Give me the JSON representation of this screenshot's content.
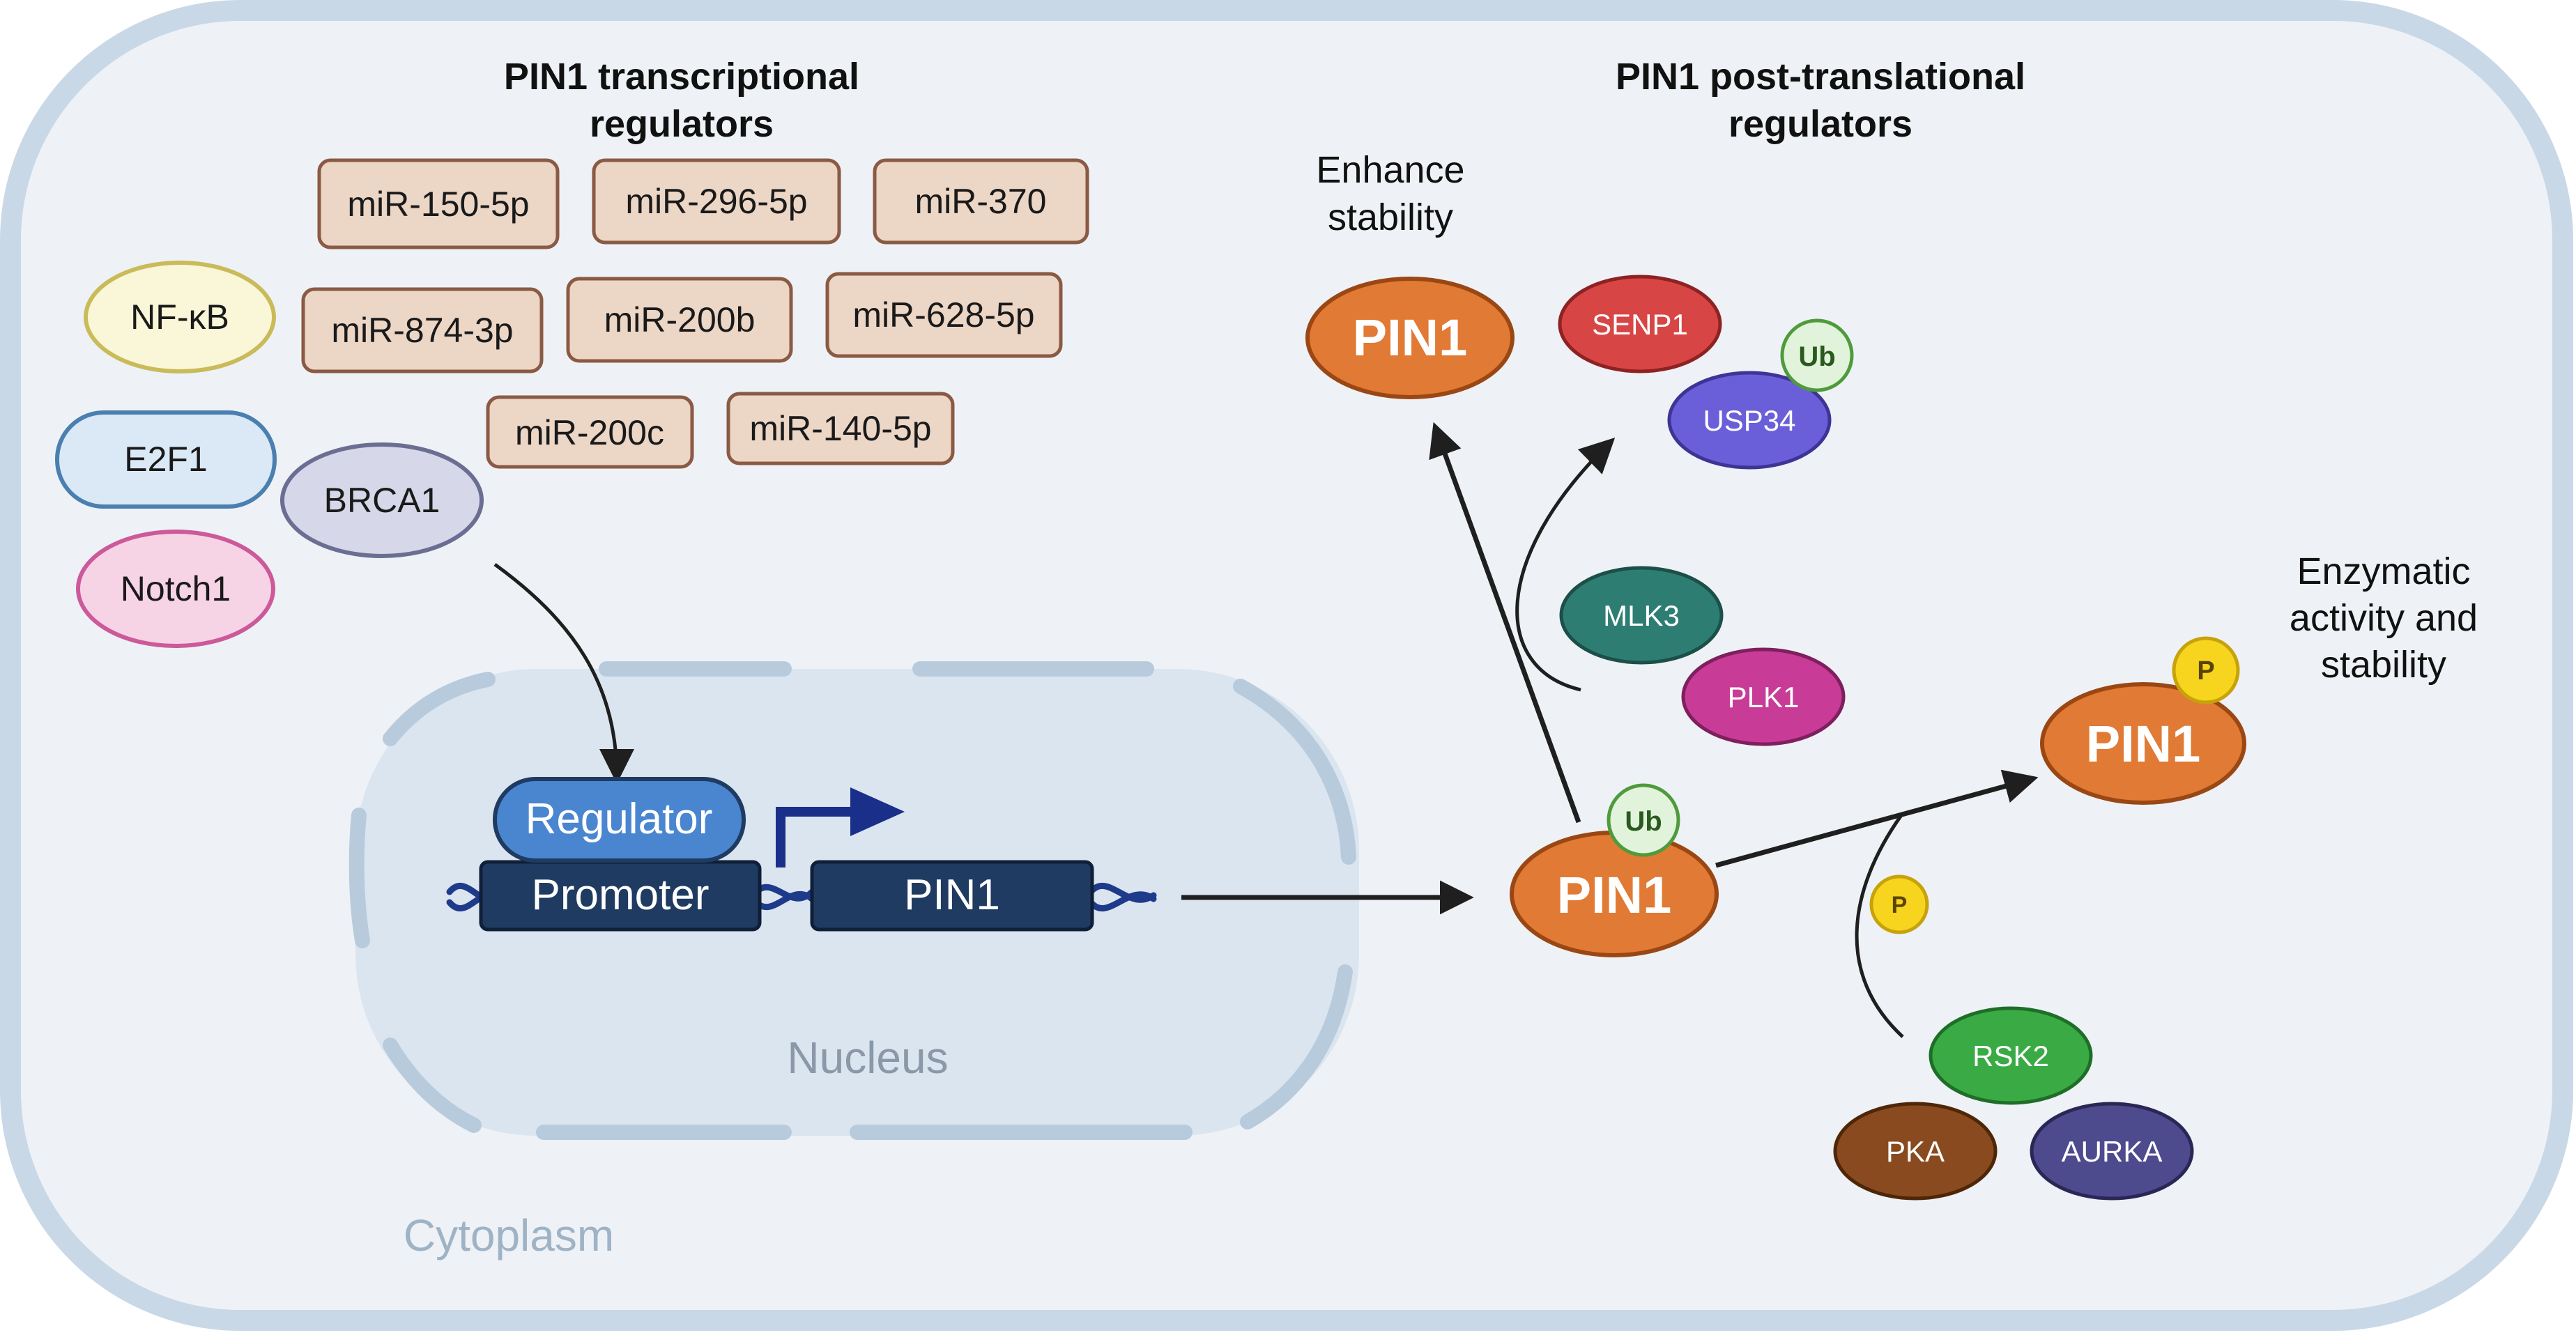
{
  "headings": {
    "transcriptional": [
      "PIN1 transcriptional",
      "regulators"
    ],
    "post_translational": [
      "PIN1 post-translational",
      "regulators"
    ],
    "enhance_stability": [
      "Enhance",
      "stability"
    ],
    "enzymatic": [
      "Enzymatic",
      "activity and",
      "stability"
    ]
  },
  "compartments": {
    "nucleus": "Nucleus",
    "cytoplasm": "Cytoplasm"
  },
  "mirnas": [
    "miR-150-5p",
    "miR-296-5p",
    "miR-370",
    "miR-874-3p",
    "miR-200b",
    "miR-628-5p",
    "miR-200c",
    "miR-140-5p"
  ],
  "transcription_factors": {
    "nfkb": "NF-κB",
    "e2f1": "E2F1",
    "brca1": "BRCA1",
    "notch1": "Notch1"
  },
  "gene": {
    "regulator": "Regulator",
    "promoter": "Promoter",
    "pin1": "PIN1"
  },
  "proteins": {
    "pin1_center": "PIN1",
    "pin1_top": "PIN1",
    "pin1_right": "PIN1",
    "senp1": "SENP1",
    "usp34": "USP34",
    "mlk3": "MLK3",
    "plk1": "PLK1",
    "rsk2": "RSK2",
    "pka": "PKA",
    "aurka": "AURKA"
  },
  "modifications": {
    "ub": "Ub",
    "p": "P"
  },
  "colors": {
    "cell_fill": "#eef2f6",
    "cell_border": "#c5d6e6",
    "nucleus_fill": "#dbe5ef",
    "pin1": "#e07a35",
    "mirna_fill": "#ecd6c6",
    "mirna_border": "#8a5a44",
    "senp1": "#d84545",
    "usp34": "#6a5fd8",
    "mlk3": "#2e7d73",
    "plk1": "#c83b96",
    "rsk2": "#3aaa45",
    "pka": "#8a4a1f",
    "aurka": "#4e4a8e",
    "ub_fill": "#e2f3dc",
    "p_fill": "#f7d51f",
    "dna": "#1e3a8a",
    "arrow": "#1f1f1f"
  }
}
